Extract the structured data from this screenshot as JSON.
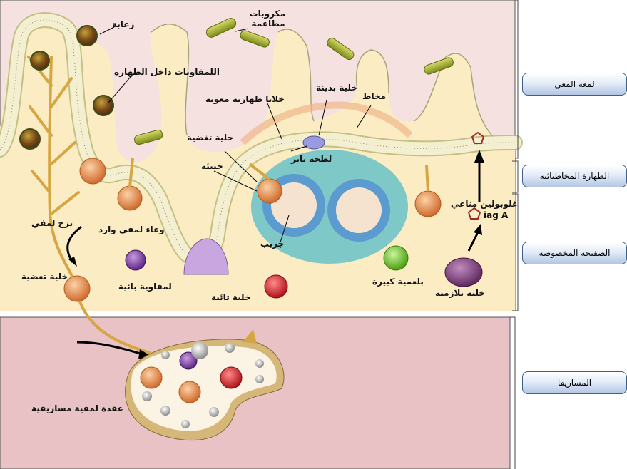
{
  "labels": {
    "villus": "زغابة",
    "bacteria": "مكروبات مطاعمة",
    "intraepithelial_lymphocytes": "اللمفاويات داخل الظهارة",
    "epithelial_cells": "خلايا ظهارية معوية",
    "goblet_cell": "خلية بدينة",
    "mucus": "مخاط",
    "dendritic_cell_upper": "خلية تغضية",
    "dendritic_cell_lower": "خلية تغضية",
    "peyers_patch": "لطخة باير",
    "crypt": "خبيئة",
    "follicle": "جريب",
    "lymph_drainage": "نزح لمفي",
    "afferent_lymph": "وعاء لمفي وارد",
    "b_cell": "لمفاوية بائية",
    "t_cell": "خلية تائية",
    "macrophage": "بلعمية كبيرة",
    "plasma_cell": "خلية بلازمية",
    "secretory_iga": "غلوبولين مناعي",
    "iga_label": "iag A",
    "mesenteric_node": "عقدة لمفية مساريقية"
  },
  "sidebar": {
    "lumen": "لمعة المعي",
    "epithelium": "الظهارة المخاطيائية",
    "lamina_propria": "الصفيحة المخصوصة",
    "mesentery": "المساريقا"
  },
  "colors": {
    "lumen_bg": "#f5e2e0",
    "mesentery_bg": "#e8c2c4",
    "villus_fill": "#fbecc4",
    "epithelium": "#f0ecc8",
    "dendritic": "#e48a4a",
    "b_cell": "#7a3f98",
    "t_cell": "#d4222a",
    "macrophage": "#6cc12c",
    "plasma_cell": "#7a3f7a",
    "peyers": "#7fc8c8",
    "sidebar_accent": "#3d5f8e"
  }
}
